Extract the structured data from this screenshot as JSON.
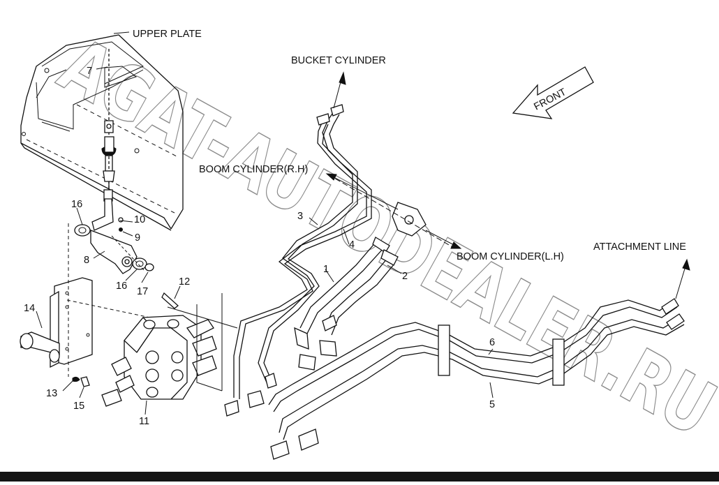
{
  "labels": {
    "upper_plate": "UPPER PLATE",
    "bucket_cylinder": "BUCKET CYLINDER",
    "boom_cylinder_rh": "BOOM CYLINDER(R.H)",
    "boom_cylinder_lh": "BOOM CYLINDER(L.H)",
    "attachment_line": "ATTACHMENT LINE",
    "front": "FRONT"
  },
  "part_numbers": [
    "1",
    "2",
    "3",
    "4",
    "5",
    "6",
    "7",
    "8",
    "9",
    "10",
    "11",
    "12",
    "13",
    "14",
    "15",
    "16",
    "16",
    "17"
  ],
  "watermark": "AGAT-AUTODEALER.RU",
  "colors": {
    "ink": "#111111",
    "watermark": "#8a8a8a",
    "background": "#ffffff",
    "bottom_bar": "#141414"
  }
}
